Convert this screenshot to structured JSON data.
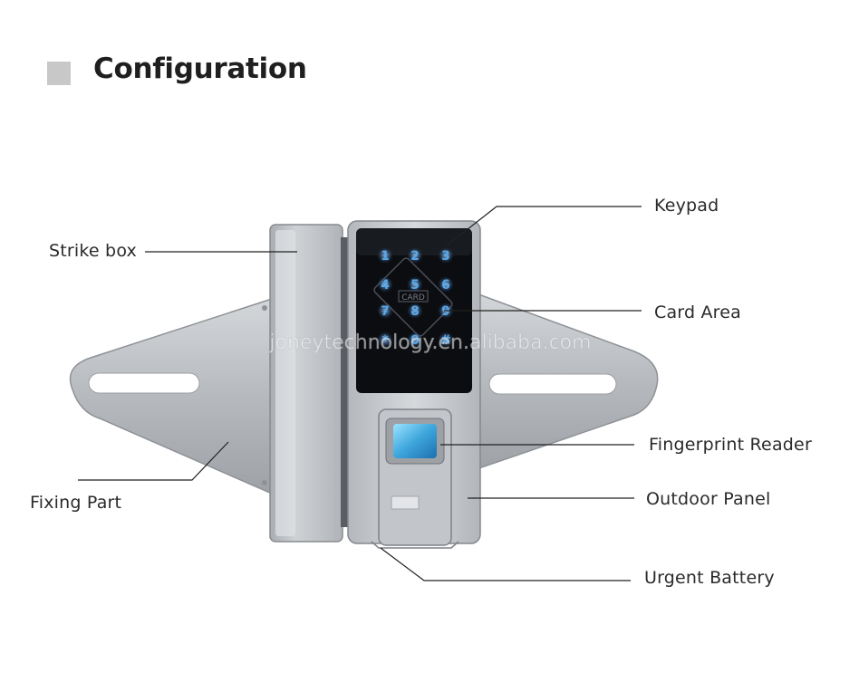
{
  "header": {
    "title": "Configuration"
  },
  "watermark": "joneytechnology.en.alibaba.com",
  "keypad": {
    "keys": [
      "1",
      "2",
      "3",
      "4",
      "5",
      "6",
      "7",
      "8",
      "9",
      "*",
      "0",
      "#"
    ],
    "card_text": "CARD"
  },
  "callouts": {
    "keypad": "Keypad",
    "card_area": "Card Area",
    "fingerprint_reader": "Fingerprint Reader",
    "outdoor_panel": "Outdoor Panel",
    "urgent_battery": "Urgent Battery",
    "strike_box": "Strike box",
    "fixing_part": "Fixing Part"
  },
  "colors": {
    "metal": "#b9bcc0",
    "metal_dark": "#8e9297",
    "panel_black": "#0c0d10",
    "key_glow": "#5aa6e6",
    "sensor_blue": "#3ea6dc",
    "title_square": "#c8c8c8"
  }
}
